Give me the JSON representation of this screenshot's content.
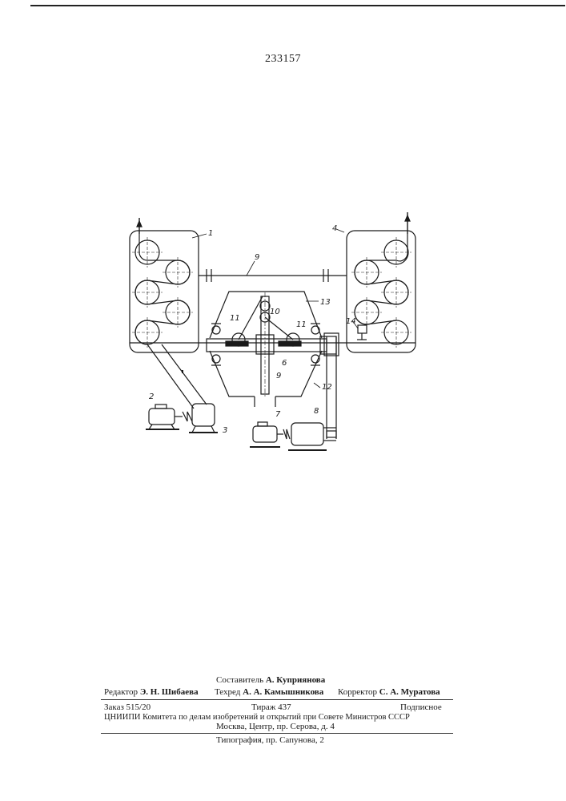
{
  "patent_number": "233157",
  "figure_labels": {
    "l1": "1",
    "l2": "2",
    "l3": "3",
    "l4": "4",
    "l6": "6",
    "l7": "7",
    "l8": "8",
    "l9": "9",
    "l10": "10",
    "l11a": "11",
    "l11b": "11",
    "l12": "12",
    "l13": "13",
    "l14": "14",
    "l9top": "9"
  },
  "colophon": {
    "compiler_role": "Составитель",
    "compiler_name": "А. Куприянова",
    "editor_role": "Редактор",
    "editor_name": "Э. Н. Шибаева",
    "techred_role": "Техред",
    "techred_name": "А. А. Камышникова",
    "corrector_role": "Корректор",
    "corrector_name": "С. А. Муратова",
    "order": "Заказ 515/20",
    "circulation": "Тираж  437",
    "subscription": "Подписное",
    "org": "ЦНИИПИ Комитета по делам изобретений и открытий при Совете Министров СССР",
    "address": "Москва, Центр, пр. Серова, д. 4",
    "printer": "Типография, пр. Сапунова, 2"
  }
}
